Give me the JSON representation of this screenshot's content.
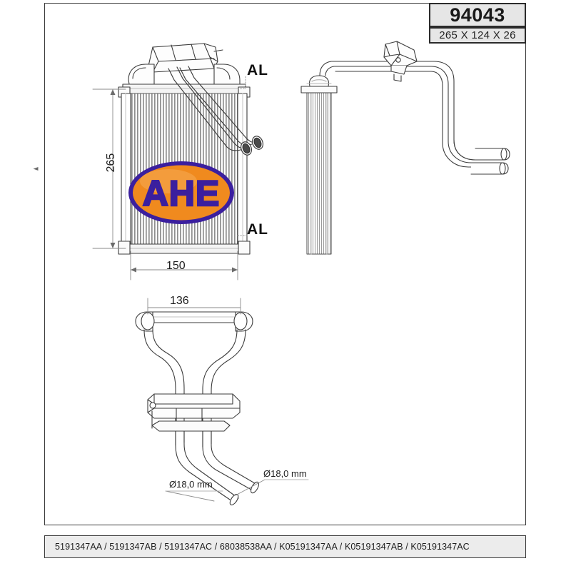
{
  "header": {
    "part_number": "94043",
    "dimensions": "265 X 124 X 26"
  },
  "footer": {
    "oem_references": "5191347AA / 5191347AB / 5191347AC / 68038538AA / K05191347AA / K05191347AB / K05191347AC"
  },
  "logo": {
    "text": "AHE",
    "ellipse_fill": "#f08a1e",
    "ellipse_border": "#3b1f9e",
    "text_color": "#3b1f9e"
  },
  "annotations": {
    "material_top": "AL",
    "material_bottom": "AL",
    "height": "265",
    "width": "150",
    "depth_bottom": "136",
    "diameter_left": "Ø18,0 mm",
    "diameter_right": "Ø18,0 mm"
  },
  "views": {
    "front": "front-view-heater-core",
    "side": "side-view-heater-core",
    "bottom": "bottom-view-pipes"
  },
  "colors": {
    "line": "#3c3c3c",
    "fin": "#8c8c8c",
    "frame": "#3a3a3a",
    "box_fill": "#e6e6e6"
  }
}
